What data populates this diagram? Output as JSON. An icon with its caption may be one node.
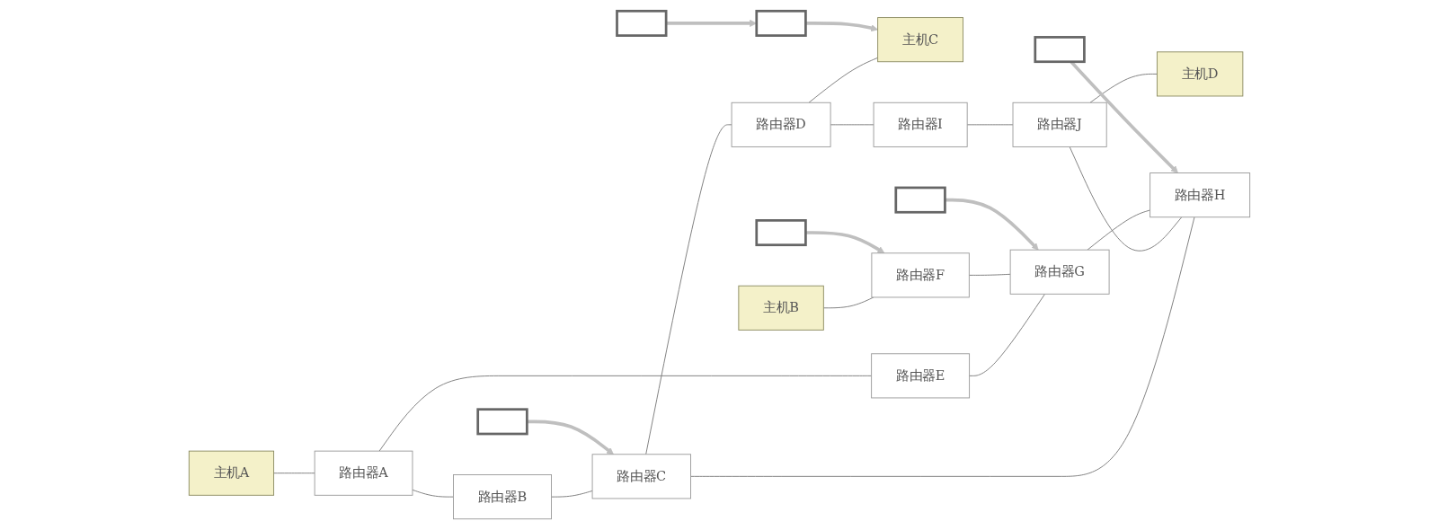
{
  "diagram": {
    "nodes": [
      {
        "text": [
          "主机A"
        ]
      },
      {
        "text": [
          "主机C"
        ]
      },
      {
        "text": [
          "路由器A"
        ]
      },
      {
        "text": [
          "路由器B"
        ]
      },
      {
        "text": [
          "路由器D"
        ]
      },
      {
        "text": [
          "路由器C"
        ]
      },
      {
        "text": [
          "路由器I"
        ]
      },
      {
        "text": [
          "路由器E"
        ]
      },
      {
        "text": [
          "路由器G"
        ]
      },
      {
        "text": [
          "主机B"
        ]
      },
      {
        "text": [
          "主机D"
        ]
      },
      {
        "text": [
          "路由器J"
        ]
      },
      {
        "text": [
          "路由器F"
        ]
      },
      {
        "text": [
          "路由器H"
        ]
      },
      {
        "text": [],
        "shape": "box"
      },
      {
        "text": [],
        "shape": "box"
      },
      {
        "text": [],
        "shape": "box"
      },
      {
        "text": [],
        "shape": "box"
      },
      {
        "text": [],
        "shape": "box"
      },
      {
        "text": [],
        "shape": "box"
      }
    ],
    "edges": [
      {
        "from": 0,
        "to": 2,
        "arrow": "none"
      },
      {
        "from": 2,
        "to": 3,
        "arrow": "none"
      },
      {
        "from": 2,
        "to": 7,
        "arrow": "none"
      },
      {
        "from": 3,
        "to": 5,
        "arrow": "none"
      },
      {
        "from": 7,
        "to": 8,
        "arrow": "none"
      },
      {
        "from": 5,
        "to": 4,
        "arrow": "none"
      },
      {
        "from": 5,
        "to": 13,
        "arrow": "none"
      },
      {
        "from": 4,
        "to": 1,
        "arrow": "none"
      },
      {
        "from": 4,
        "to": 6,
        "arrow": "none"
      },
      {
        "from": 6,
        "to": 11,
        "arrow": "none"
      },
      {
        "from": 11,
        "to": 13,
        "arrow": "none"
      },
      {
        "from": 11,
        "to": 10,
        "arrow": "none"
      },
      {
        "from": 8,
        "to": 13,
        "arrow": "none"
      },
      {
        "from": 12,
        "to": 8,
        "arrow": "none"
      },
      {
        "from": 9,
        "to": 12,
        "arrow": "none"
      },
      {
        "from": 19,
        "to": 12,
        "arrow": "to",
        "style": "thick",
        "color": "#bfbfbf"
      },
      {
        "from": 18,
        "to": 8,
        "arrow": "to",
        "style": "thick",
        "color": "#bfbfbf"
      },
      {
        "from": 16,
        "to": 13,
        "arrow": "to",
        "style": "thick",
        "color": "#bfbfbf"
      },
      {
        "from": 17,
        "to": 5,
        "arrow": "to",
        "style": "thick",
        "color": "#bfbfbf"
      },
      {
        "from": 15,
        "to": 14,
        "arrow": "to",
        "style": "thick",
        "color": "#bfbfbf"
      },
      {
        "from": 14,
        "to": 1,
        "arrow": "to",
        "style": "thick",
        "color": "#bfbfbf"
      }
    ]
  }
}
